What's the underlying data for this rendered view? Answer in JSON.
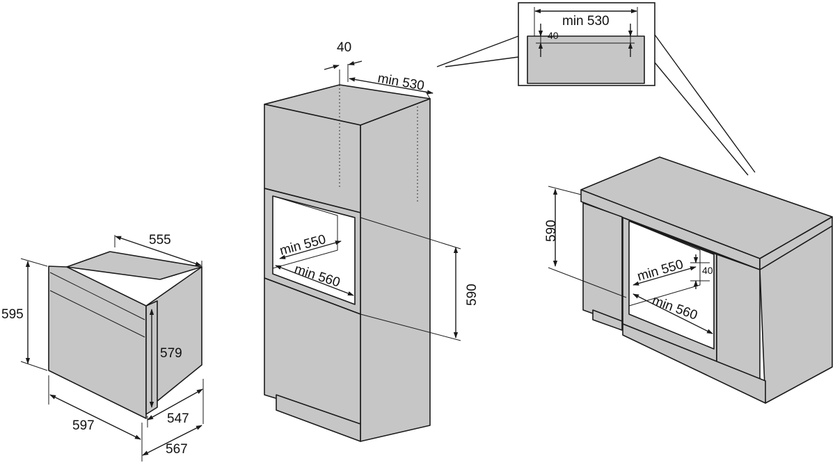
{
  "colors": {
    "fill": "#c6c6c6",
    "stroke": "#1a1a1a",
    "background": "#ffffff"
  },
  "oven": {
    "depth": "555",
    "height": "595",
    "front_width": "597",
    "body_height": "579",
    "body_width": "547",
    "overall_width": "567"
  },
  "tall_cabinet": {
    "top_gap": "40",
    "top_depth": "min 530",
    "niche_depth": "min 550",
    "niche_width": "min 560",
    "niche_height": "590"
  },
  "detail": {
    "width": "min 530",
    "gap": "40"
  },
  "undercounter": {
    "niche_height": "590",
    "niche_depth": "min 550",
    "niche_gap": "40",
    "niche_width": "min 560"
  }
}
